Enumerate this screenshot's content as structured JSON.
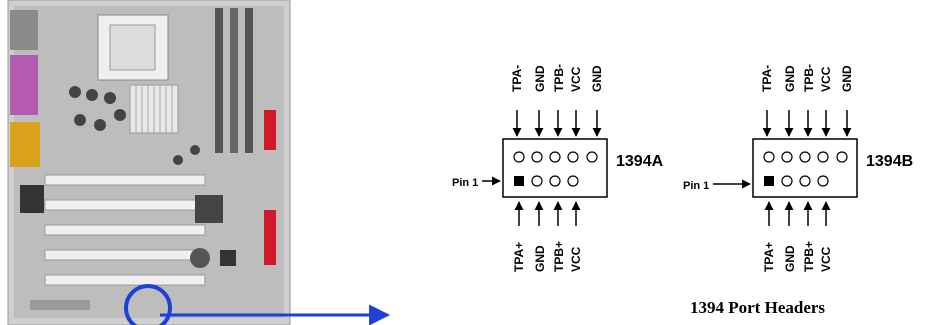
{
  "caption": "1394 Port Headers",
  "pin1_label": "Pin 1",
  "headers": [
    {
      "name": "1394A",
      "top_pins": [
        "TPA-",
        "GND",
        "TPB-",
        "VCC",
        "GND"
      ],
      "bottom_pins": [
        "TPA+",
        "GND",
        "TPB+",
        "VCC"
      ]
    },
    {
      "name": "1394B",
      "top_pins": [
        "TPA-",
        "GND",
        "TPB-",
        "VCC",
        "GND"
      ],
      "bottom_pins": [
        "TPA+",
        "GND",
        "TPB+",
        "VCC"
      ]
    }
  ],
  "colors": {
    "pointer": "#1f3fd6",
    "board": "#c9c9c9",
    "slot_red": "#d01a2a",
    "port_purple": "#b25bb0",
    "port_yellow": "#d9a21a"
  }
}
